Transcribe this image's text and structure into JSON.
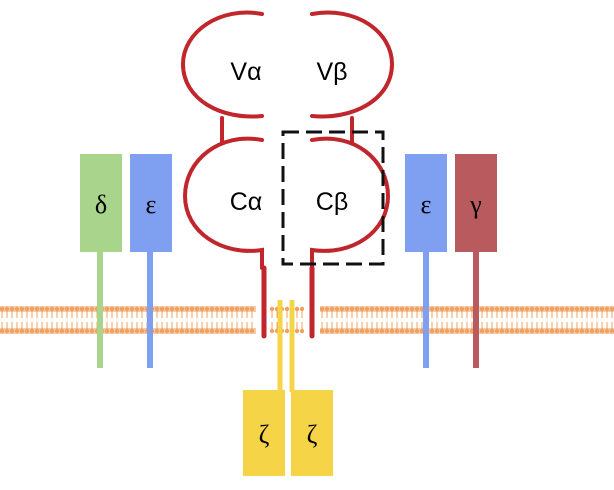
{
  "labels": {
    "v_alpha": "Vα",
    "v_beta": "Vβ",
    "c_alpha": "Cα",
    "c_beta": "Cβ",
    "delta": "δ",
    "epsilon_left": "ε",
    "epsilon_right": "ε",
    "gamma": "γ",
    "zeta_left": "ζ",
    "zeta_right": "ζ"
  },
  "colors": {
    "tcr_chain": "#c0262c",
    "delta": "#a8d58b",
    "epsilon": "#7f9ff0",
    "gamma": "#b85a5e",
    "zeta": "#f5d447",
    "membrane": "#f0a060",
    "highlight_box": "#111111"
  }
}
